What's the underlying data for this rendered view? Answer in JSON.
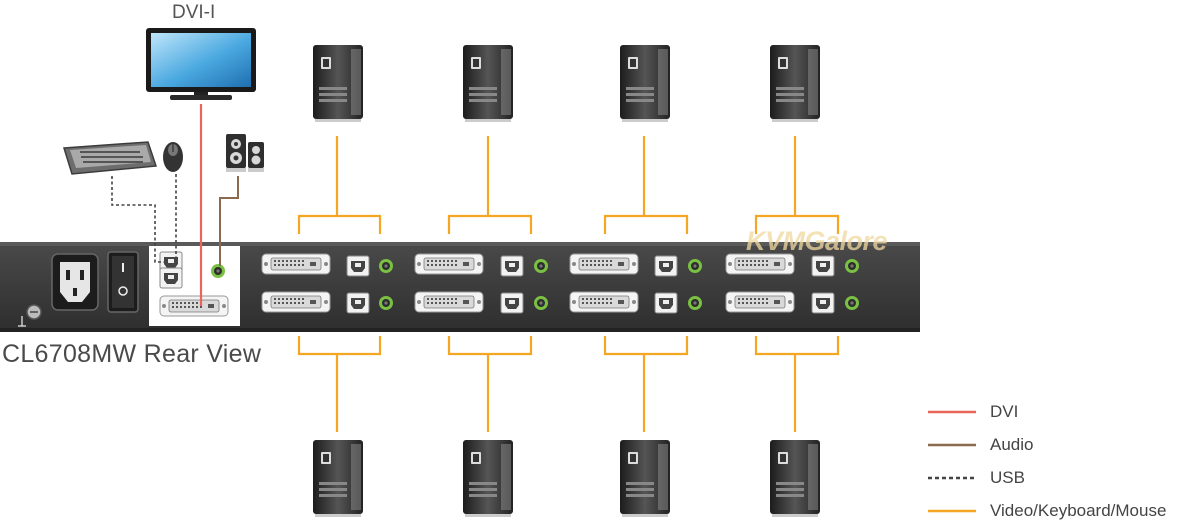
{
  "title_dvi": "DVI-I",
  "rear_title": "CL6708MW Rear View",
  "watermark": "KVMGalore",
  "legend": [
    {
      "label": "DVI",
      "color": "#e8665a",
      "style": "solid"
    },
    {
      "label": "Audio",
      "color": "#8b6a4e",
      "style": "solid"
    },
    {
      "label": "USB",
      "color": "#444444",
      "style": "dashed"
    },
    {
      "label": "Video/Keyboard/Mouse",
      "color": "#f5a623",
      "style": "solid"
    }
  ],
  "colors": {
    "panel": "#3a3a3a",
    "port_green": "#7ac143",
    "vkm": "#f5a623",
    "dvi": "#e8665a",
    "audio": "#8b6a4e",
    "usb": "#444444"
  }
}
